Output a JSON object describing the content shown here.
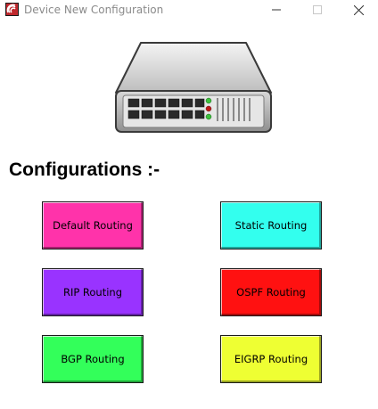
{
  "window": {
    "title": "Device New Configuration",
    "minimize_icon": "minimize-icon",
    "maximize_icon": "maximize-icon",
    "close_icon": "close-icon"
  },
  "device": {
    "icon": "network-switch-icon"
  },
  "heading": "Configurations :-",
  "buttons": [
    {
      "label": "Default Routing",
      "color": "#ff33aa"
    },
    {
      "label": "Static Routing",
      "color": "#33ffee"
    },
    {
      "label": "RIP Routing",
      "color": "#9933ff"
    },
    {
      "label": "OSPF Routing",
      "color": "#ff1111"
    },
    {
      "label": "BGP Routing",
      "color": "#33ff5a"
    },
    {
      "label": "EIGRP Routing",
      "color": "#eeff33"
    }
  ]
}
